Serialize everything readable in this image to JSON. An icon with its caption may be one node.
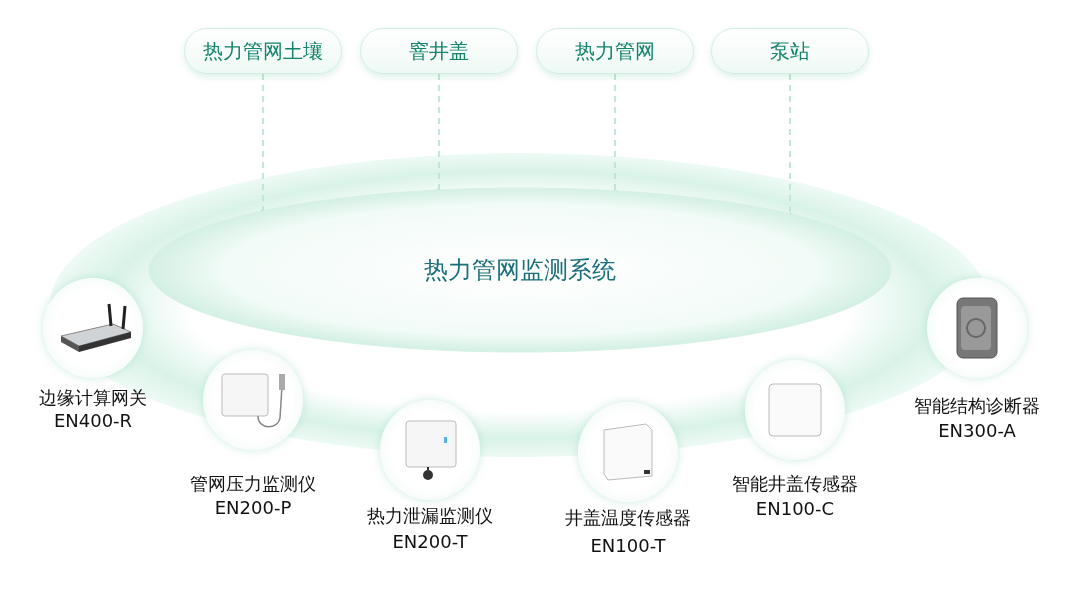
{
  "diagram": {
    "nodes": [
      {
        "text": [
          "热力管网土壤"
        ]
      },
      {
        "text": [
          "窨井盖"
        ]
      },
      {
        "text": [
          "热力管网"
        ]
      },
      {
        "text": [
          "泵站"
        ]
      },
      {
        "text": [
          "热力管网监测系统"
        ]
      },
      {
        "text": [
          "边缘计算网关",
          "EN400-R"
        ]
      },
      {
        "text": [
          "管网压力监测仪",
          "EN200-P"
        ]
      },
      {
        "text": [
          "热力泄漏监测仪",
          "EN200-T"
        ]
      },
      {
        "text": [
          "井盖温度传感器",
          "EN100-T"
        ]
      },
      {
        "text": [
          "智能井盖传感器",
          "EN100-C"
        ]
      },
      {
        "text": [
          "智能结构诊断器",
          "EN300-A"
        ]
      }
    ],
    "edges": [
      {
        "from": 0,
        "to": 4,
        "arrow": "other",
        "style": "dashed"
      },
      {
        "from": 1,
        "to": 4,
        "arrow": "other",
        "style": "dashed"
      },
      {
        "from": 2,
        "to": 4,
        "arrow": "other",
        "style": "dashed"
      },
      {
        "from": 3,
        "to": 4,
        "arrow": "other",
        "style": "dashed"
      }
    ]
  }
}
